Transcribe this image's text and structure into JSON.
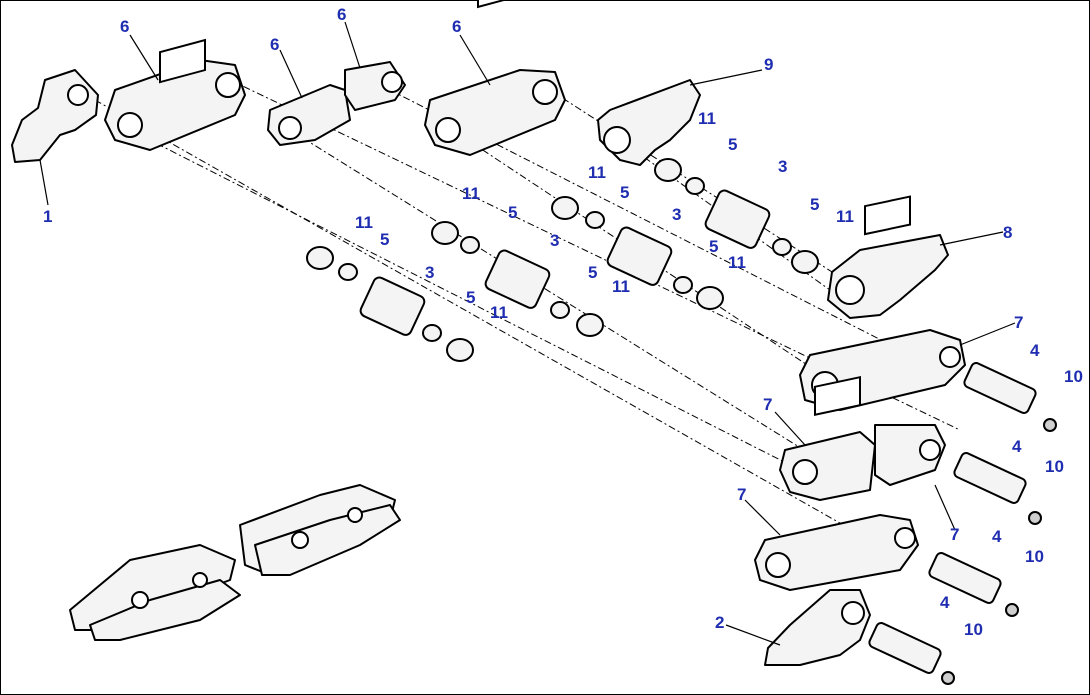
{
  "diagram": {
    "accent_color": "#1f2db0",
    "callouts": [
      "1",
      "2",
      "3",
      "4",
      "5",
      "6",
      "7",
      "8",
      "9",
      "10",
      "11"
    ],
    "labels": {
      "c1": "1",
      "c2": "2",
      "c6a": "6",
      "c6b": "6",
      "c6c": "6",
      "c6d": "6",
      "c9": "9",
      "c8": "8",
      "c7a": "7",
      "c7b": "7",
      "c7c": "7",
      "c7d": "7",
      "c3a": "3",
      "c3b": "3",
      "c3c": "3",
      "c3d": "3",
      "c4a": "4",
      "c4b": "4",
      "c4c": "4",
      "c4d": "4",
      "c10a": "10",
      "c10b": "10",
      "c10c": "10",
      "c10d": "10",
      "c5a": "5",
      "c5b": "5",
      "c5c": "5",
      "c5d": "5",
      "c5e": "5",
      "c5f": "5",
      "c5g": "5",
      "c5h": "5",
      "c11a": "11",
      "c11b": "11",
      "c11c": "11",
      "c11d": "11",
      "c11e": "11",
      "c11f": "11",
      "c11g": "11",
      "c11h": "11"
    }
  }
}
